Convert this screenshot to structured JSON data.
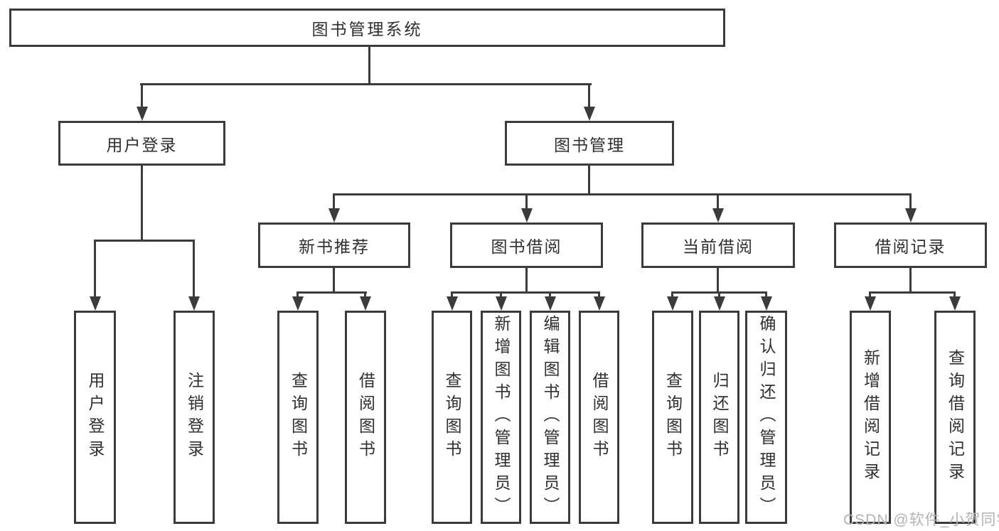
{
  "colors": {
    "line": "#3b3b3b",
    "box_border": "#3b3b3b",
    "text": "#2f2f2f",
    "watermark": "#b3b3b3",
    "background": "#ffffff"
  },
  "nodes": {
    "root": "图书管理系统",
    "user_login": "用户登录",
    "book_mgmt": "图书管理",
    "new_book_rec": "新书推荐",
    "book_borrow": "图书借阅",
    "current_borrow": "当前借阅",
    "borrow_records": "借阅记录",
    "leaf_user_login": "用户登录",
    "leaf_logout": "注销登录",
    "leaf_query_book_rec": "查询图书",
    "leaf_borrow_book_rec": "借阅图书",
    "leaf_query_book_borrow": "查询图书",
    "leaf_add_book_admin": "新增图书（管理员）",
    "leaf_edit_book_admin": "编辑图书（管理员）",
    "leaf_borrow_book_borrow": "借阅图书",
    "leaf_query_book_current": "查询图书",
    "leaf_return_book": "归还图书",
    "leaf_confirm_return_admin": "确认归还（管理员）",
    "leaf_add_borrow_record": "新增借阅记录",
    "leaf_query_borrow_record": "查询借阅记录"
  },
  "watermark": "CSDN @软件_小贺同学"
}
